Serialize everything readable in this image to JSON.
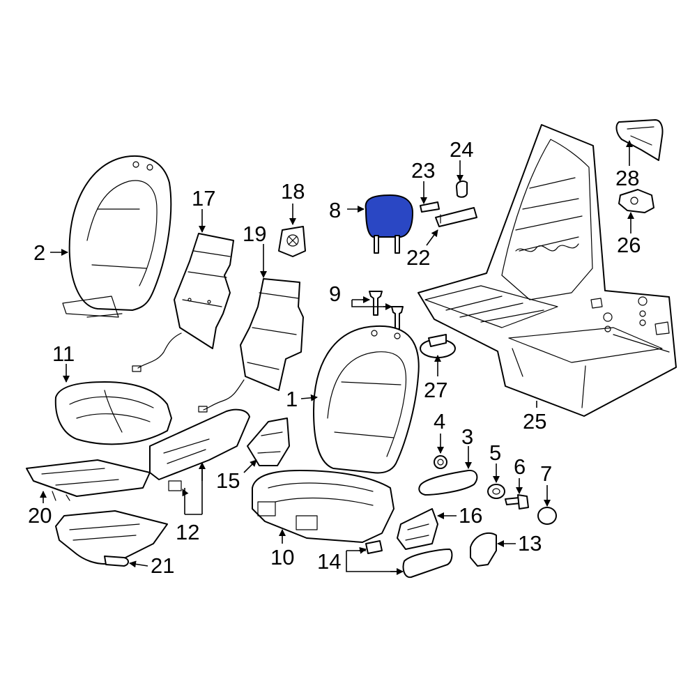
{
  "diagram": {
    "highlight_color": "#2a47c4",
    "line_color": "#000000",
    "background": "#ffffff",
    "callouts": [
      "1",
      "2",
      "3",
      "4",
      "5",
      "6",
      "7",
      "8",
      "9",
      "10",
      "11",
      "12",
      "13",
      "14",
      "15",
      "16",
      "17",
      "18",
      "19",
      "20",
      "21",
      "22",
      "23",
      "24",
      "25",
      "26",
      "27",
      "28"
    ],
    "highlighted_part": "8"
  }
}
